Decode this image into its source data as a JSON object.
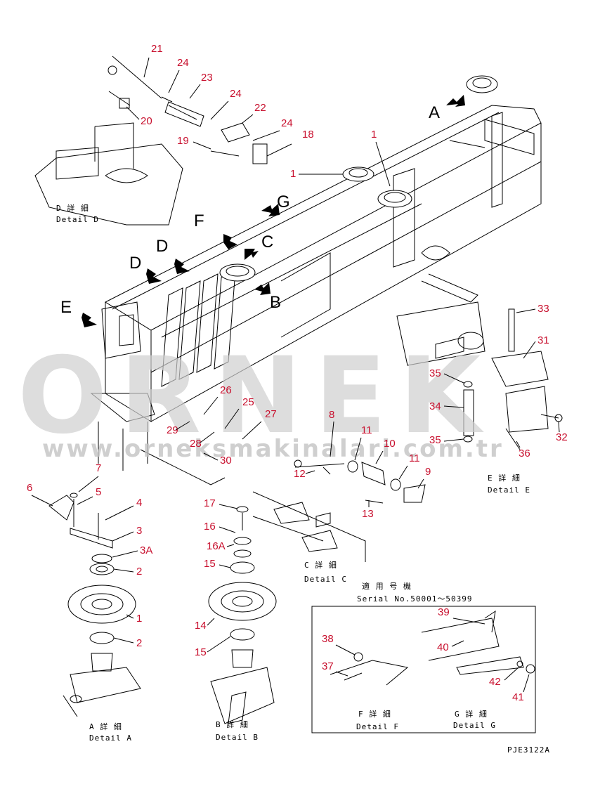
{
  "watermark": {
    "brand": "ORNEK",
    "url": "www.orneksmakinalari.com.tr"
  },
  "drawing_code": "PJE3122A",
  "serial_note": {
    "jp": "適 用 号 機",
    "en": "Serial No.50001～50399"
  },
  "arrow_labels": [
    "A",
    "B",
    "C",
    "D",
    "D",
    "E",
    "F",
    "G"
  ],
  "details": [
    {
      "jp": "D 詳 細",
      "en": "Detail D"
    },
    {
      "jp": "A 詳 細",
      "en": "Detail A"
    },
    {
      "jp": "B 詳 細",
      "en": "Detail B"
    },
    {
      "jp": "C 詳 細",
      "en": "Detail C"
    },
    {
      "jp": "E 詳 細",
      "en": "Detail E"
    },
    {
      "jp": "F 詳 細",
      "en": "Detail F"
    },
    {
      "jp": "G 詳 細",
      "en": "Detail G"
    }
  ],
  "part_numbers": [
    "21",
    "24",
    "23",
    "24",
    "22",
    "24",
    "18",
    "19",
    "20",
    "1",
    "1",
    "26",
    "25",
    "27",
    "29",
    "28",
    "30",
    "8",
    "11",
    "10",
    "11",
    "12",
    "9",
    "13",
    "33",
    "31",
    "35",
    "34",
    "35",
    "32",
    "36",
    "7",
    "6",
    "5",
    "4",
    "3",
    "3A",
    "2",
    "1",
    "2",
    "17",
    "16",
    "16A",
    "15",
    "14",
    "15",
    "39",
    "38",
    "37",
    "40",
    "42",
    "41"
  ],
  "colors": {
    "part_number": "#c8102e",
    "line": "#000000",
    "watermark": "#cfcfcf"
  }
}
